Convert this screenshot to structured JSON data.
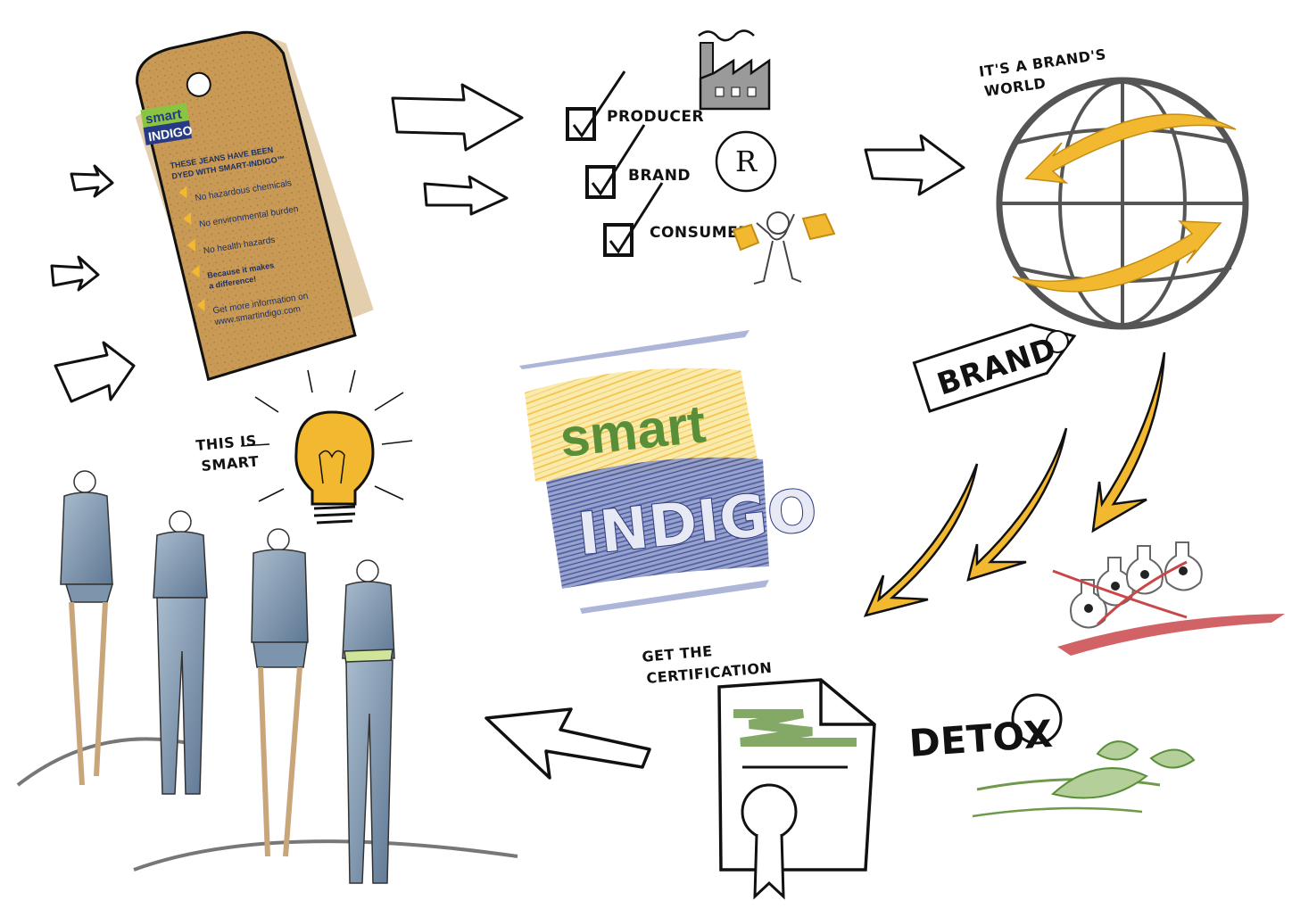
{
  "tag": {
    "logo_top": "smart",
    "logo_bottom": "INDIGO",
    "headline_1": "THESE JEANS HAVE BEEN",
    "headline_2": "DYED WITH SMART-INDIGO™",
    "items": [
      "No hazardous chemicals",
      "No environmental burden",
      "No health hazards"
    ],
    "difference_1": "Because it makes",
    "difference_2": "a difference!",
    "more_1": "Get more information on",
    "more_2": "www.smartindigo.com"
  },
  "checklist": [
    "PRODUCER",
    "BRAND",
    "CONSUMER"
  ],
  "registered_symbol": "R",
  "brands_world": [
    "IT'S A BRAND'S",
    "WORLD"
  ],
  "brand_tag_label": "BRAND",
  "center_logo": {
    "top": "smart",
    "bottom": "INDIGO"
  },
  "this_is_smart": [
    "THIS IS",
    "SMART"
  ],
  "certification": [
    "GET THE",
    "CERTIFICATION"
  ],
  "detox_label": "DETOX",
  "colors": {
    "yellow": "#f2b830",
    "blue": "#3e4f98",
    "green": "#5a8f3a",
    "cork": "#c89a55",
    "red": "#c9474a"
  }
}
